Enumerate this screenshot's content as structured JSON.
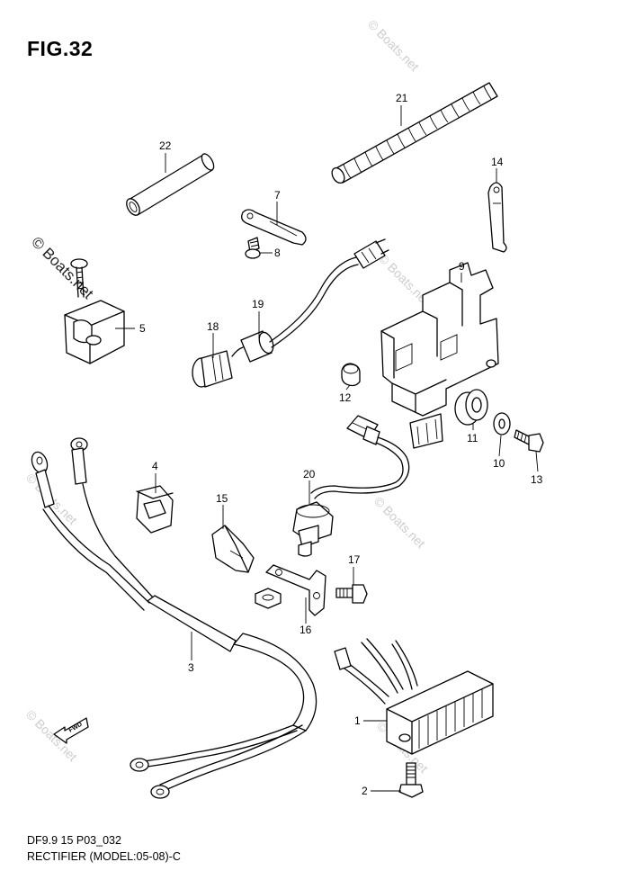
{
  "figure": {
    "title": "FIG.32"
  },
  "footer": {
    "line1": "DF9.9 15 P03_032",
    "line2": "RECTIFIER (MODEL:05-08)-C"
  },
  "watermark": {
    "text": "© Boats.net"
  },
  "fwd_label": "FWD",
  "parts": {
    "p1": "1",
    "p2": "2",
    "p3": "3",
    "p4": "4",
    "p5": "5",
    "p7": "7",
    "p8": "8",
    "p9": "9",
    "p10": "10",
    "p11": "11",
    "p12": "12",
    "p13": "13",
    "p14": "14",
    "p15": "15",
    "p16": "16",
    "p17": "17",
    "p18": "18",
    "p19": "19",
    "p20": "20",
    "p21": "21",
    "p22": "22"
  }
}
